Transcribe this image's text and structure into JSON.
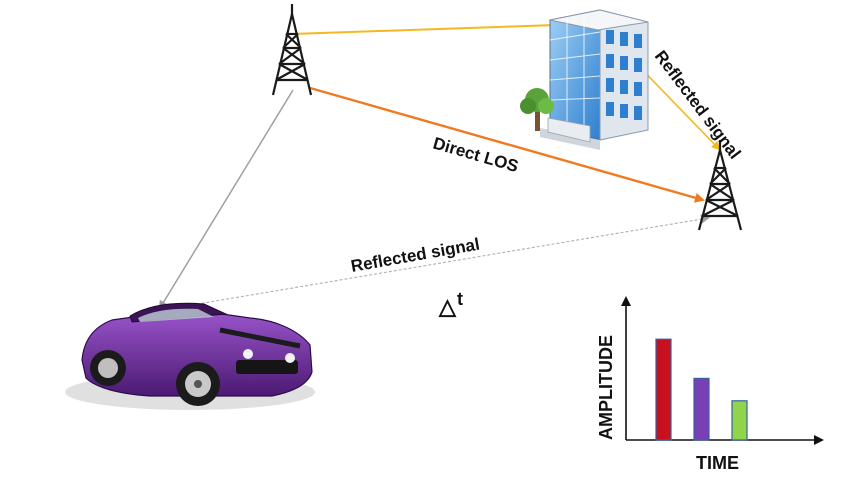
{
  "labels": {
    "reflected_building": "Reflected  signal",
    "direct_los": "Direct LOS",
    "reflected_car": "Reflected  signal",
    "delta_symbol": "△",
    "delta_t": "t"
  },
  "chart_data": {
    "type": "bar",
    "title": "",
    "xlabel": "TIME",
    "ylabel": "AMPLITUDE",
    "categories": [
      "",
      "",
      ""
    ],
    "values": [
      0.72,
      0.44,
      0.28
    ],
    "colors": [
      "#c8101e",
      "#7a3fb5",
      "#8fd44a"
    ],
    "ylim": [
      0,
      1
    ],
    "grid": false
  },
  "colors": {
    "direct_los": "#f07a20",
    "building_link": "#f5b820",
    "reflected_car": "#a9a9a9",
    "car_body": "#6a2b9a"
  }
}
